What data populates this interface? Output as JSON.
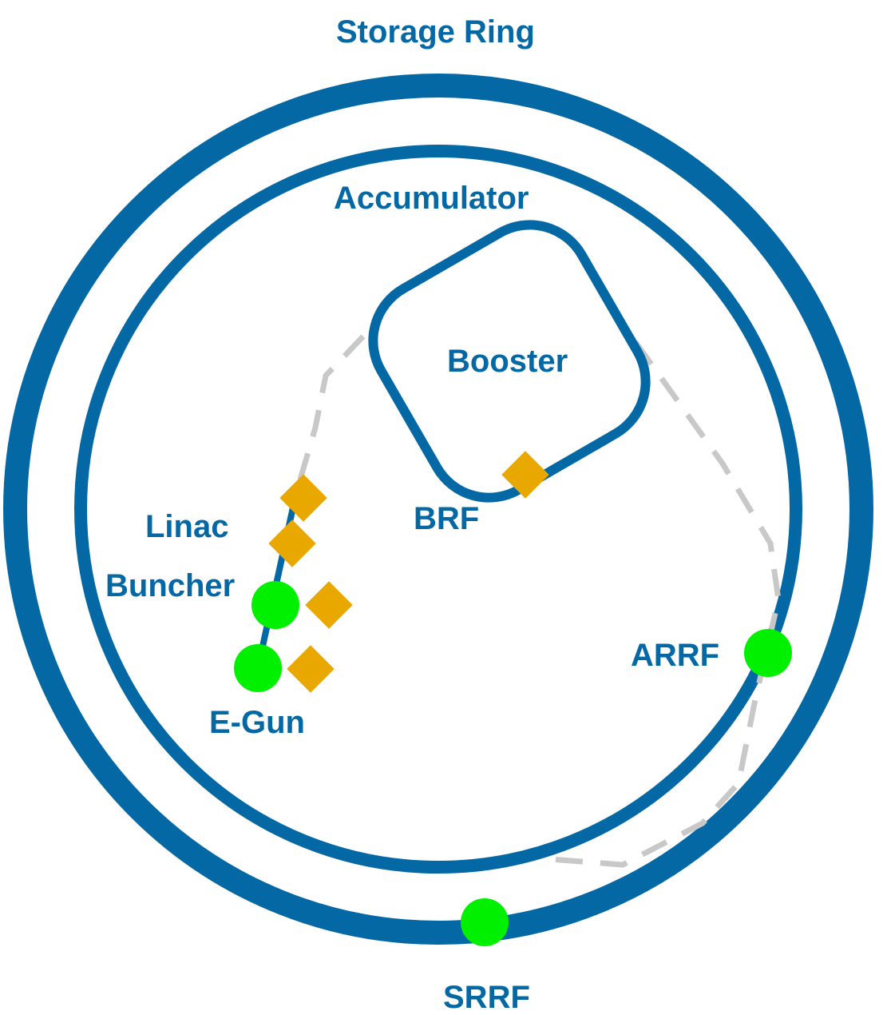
{
  "colors": {
    "ring": "#0468a5",
    "label": "#0468a5",
    "rf_cavity": "#00f000",
    "magnet": "#e8a800",
    "transfer_path": "#c8c8c8"
  },
  "labels": {
    "storage_ring": "Storage Ring",
    "accumulator": "Accumulator",
    "booster": "Booster",
    "brf": "BRF",
    "linac": "Linac",
    "buncher": "Buncher",
    "arrf": "ARRF",
    "egun": "E-Gun",
    "srrf": "SRRF"
  },
  "legend_shapes": {
    "rf_cavity_marker": "green-circle",
    "magnet_marker": "orange-diamond"
  }
}
